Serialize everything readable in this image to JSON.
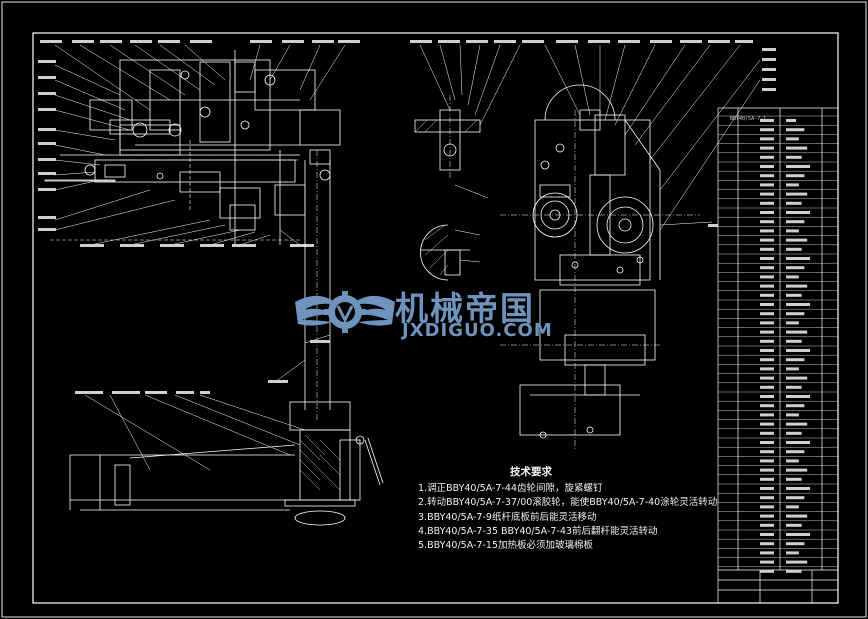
{
  "watermark": {
    "cn_text": "机械帝国",
    "en_text": "JXDIGUO.COM",
    "color": "#6e93bd"
  },
  "tech_requirements": {
    "heading": "技术要求",
    "items": [
      "1.调正BBY40/5A-7-44齿轮间隙，旋紧螺钉",
      "2.转动BBY40/5A-7-37/00滚胶轮，能使BBY40/5A-7-40涂轮灵活转动",
      "3.BBY40/5A-7-9纸杆底板前后能灵活移动",
      "4.BBY40/5A-7-35 BBY40/5A-7-43前后翻杆能灵活转动",
      "5.BBY40/5A-7-15加热板必须加玻璃棉板"
    ]
  },
  "parts_table": {
    "header_code": "BBY40/5A-7-1"
  },
  "colors": {
    "background": "#000000",
    "lines": "#ffffff",
    "frame": "#ffffff"
  }
}
